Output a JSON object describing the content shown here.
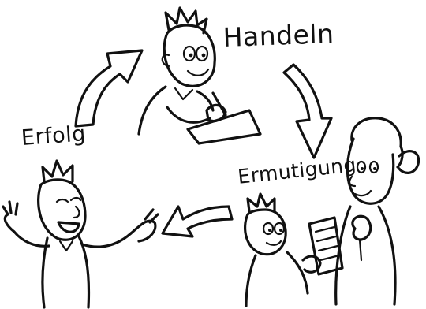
{
  "diagram": {
    "labels": {
      "action": "Handeln",
      "encouragement": "Ermutigung",
      "success": "Erfolg"
    },
    "cycle": [
      "action",
      "encouragement",
      "success"
    ],
    "colors": {
      "ink": "#111111",
      "paper": "#ffffff"
    }
  }
}
